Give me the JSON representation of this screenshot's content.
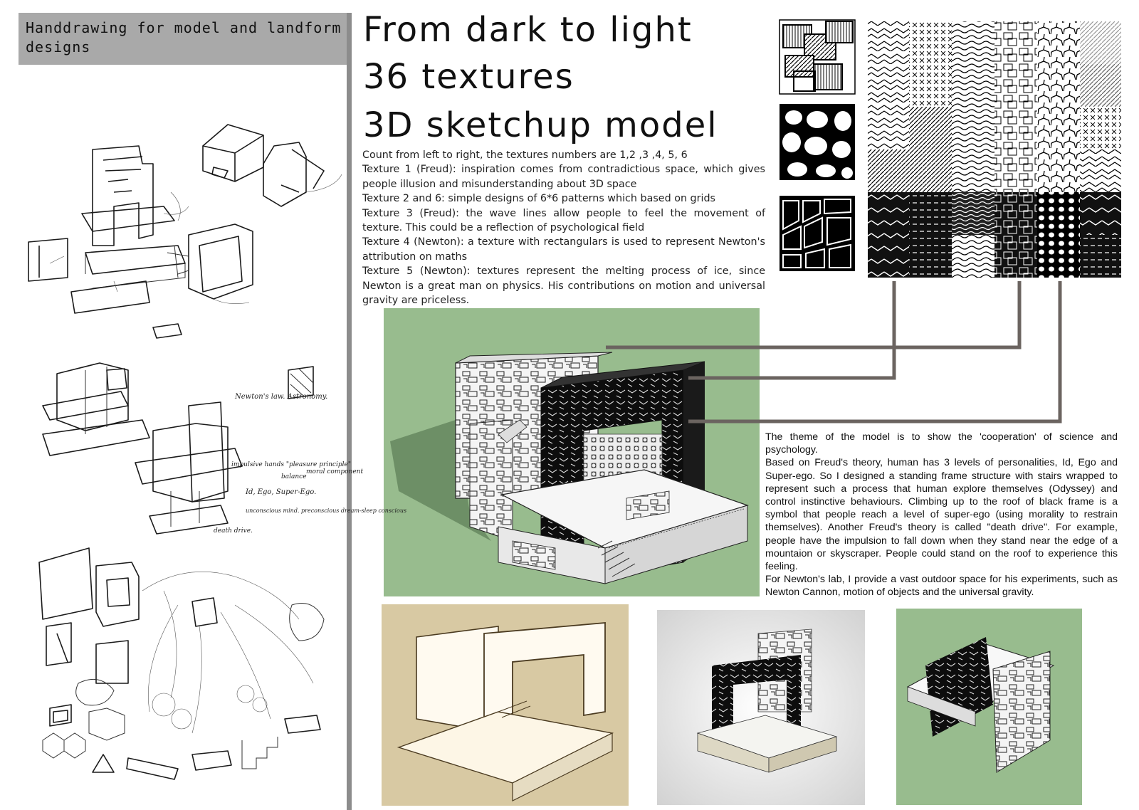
{
  "header": {
    "label": "Handdrawing for model and landform designs"
  },
  "titles": [
    "From dark to light",
    "36 textures",
    "3D sketchup model"
  ],
  "description": [
    "Count from left to right, the textures numbers are 1,2 ,3 ,4, 5, 6",
    "Texture 1 (Freud): inspiration comes from contradictious space, which gives people  illusion and misunderstanding about 3D space",
    "Texture 2 and 6: simple designs of 6*6 patterns which based on grids",
    "Texture 3 (Freud): the wave lines allow people to feel the movement of texture. This could be a reflection of psychological field",
    "Texture 4 (Newton): a texture with rectangulars is used to represent Newton's attribution on maths",
    "Texture 5 (Newton):  textures represent the  melting process of ice, since Newton  is a great man on physics. His contributions on motion and universal gravity are priceless."
  ],
  "theme": [
    "The theme of the model is to show the 'cooperation' of science and psychology.",
    "Based on Freud's theory, human has 3 levels of personalities, Id, Ego and Super-ego. So I designed a standing frame structure with stairs wrapped to represent such a process that human explore themselves (Odyssey) and control instinctive behaviours. Climbing up to the roof of black frame is a symbol that people reach a level of super-ego (using morality to restrain themselves). Another Freud's theory is called \"death drive\". For example, people have the impulsion to fall down when they stand near the edge of a mountaion or skyscraper. People could stand on the roof to experience this feeling.",
    "For Newton's lab, I provide a vast outdoor space for his experiments, such as Newton Cannon, motion of objects and the universal gravity."
  ],
  "sketch_notes": {
    "note1": "Newton's law. Astronomy.",
    "note2": "impulsive hands \"pleasure principle\"",
    "note3": "Id, Ego, Super-Ego.",
    "note4": "death drive.",
    "note5": "unconscious mind. preconscious dream-sleep conscious",
    "note6": "moral component",
    "note7": "balance"
  },
  "colors": {
    "header_bg": "#a9a9a9",
    "divider": "#8c8c8c",
    "model_bg_green": "#98bc8e",
    "render_bg_beige": "#d8c9a3",
    "render_bg_grey": "#e9e9e9",
    "connector": "#6b6460"
  }
}
